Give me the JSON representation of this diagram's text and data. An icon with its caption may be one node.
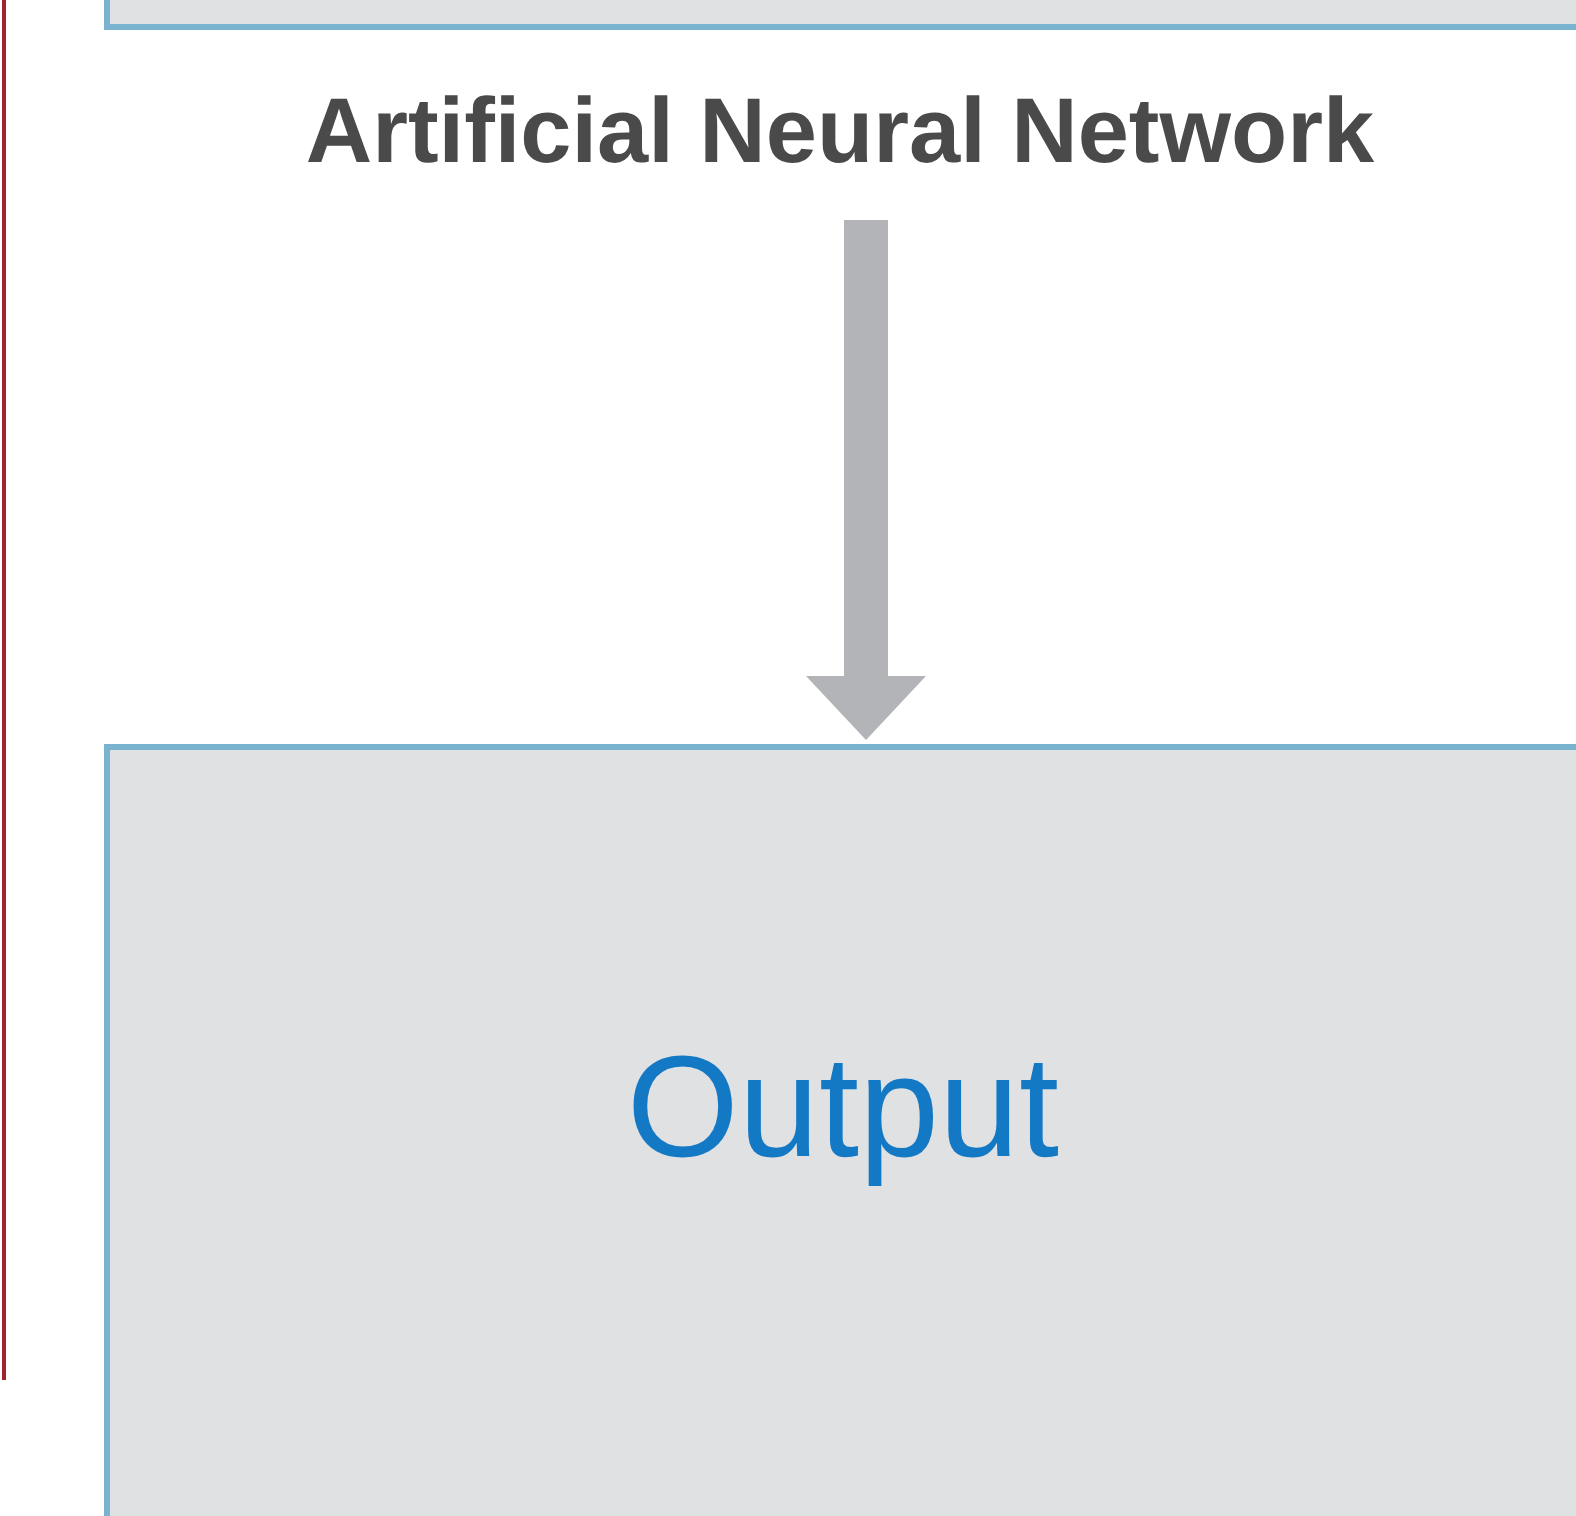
{
  "diagram": {
    "nodes": [
      {
        "text": [],
        "shape": "box"
      },
      {
        "text": [
          "Artificial Neural Network"
        ]
      },
      {
        "text": [
          "Output"
        ]
      }
    ],
    "edges": [
      {
        "from": 1,
        "to": 2,
        "arrow": "to",
        "color": "#b3b4b8"
      }
    ]
  }
}
